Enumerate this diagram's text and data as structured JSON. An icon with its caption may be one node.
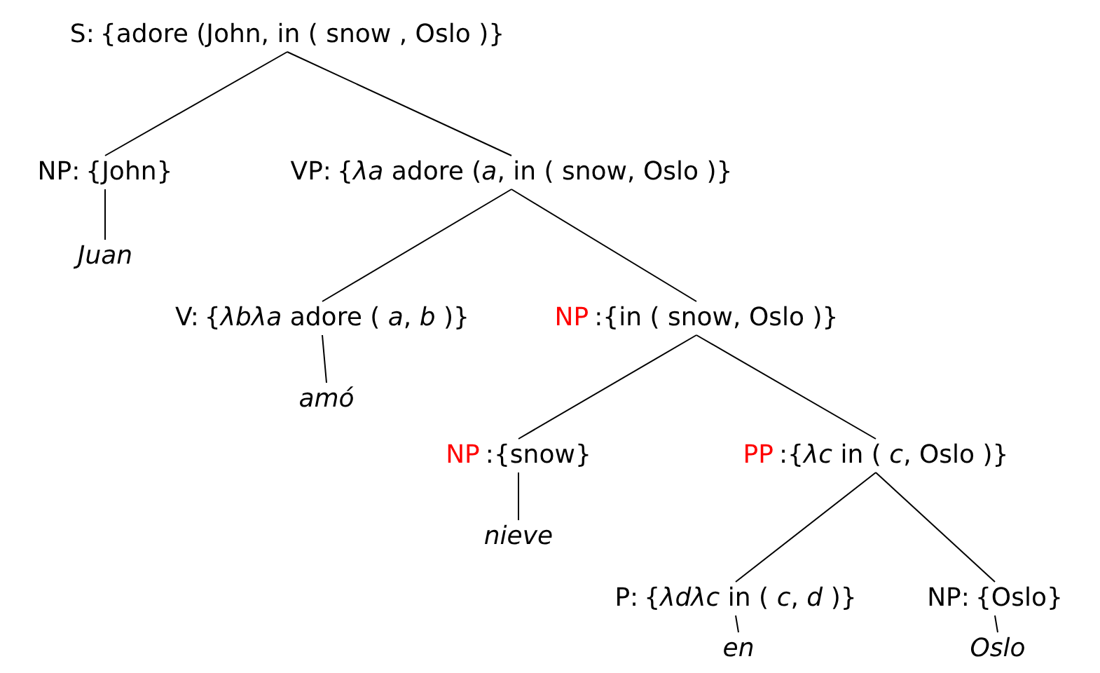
{
  "diagram": {
    "nodes": [
      {
        "text": [
          "S:",
          "{adore (John, in ( snow , Oslo )}"
        ]
      },
      {
        "text": [
          "NP:",
          "{John}"
        ]
      },
      {
        "text": [
          "VP:",
          "{*λa* adore (*a*, in ( snow, Oslo )}"
        ]
      },
      {
        "text": [
          "Juan"
        ]
      },
      {
        "text": [
          "V:",
          "{*λbλa*  adore ( *a*, *b* )}"
        ]
      },
      {
        "text": [
          "NP",
          ":{in ( snow, Oslo )}"
        ]
      },
      {
        "text": [
          "amó"
        ]
      },
      {
        "text": [
          "NP",
          ":{snow}"
        ]
      },
      {
        "text": [
          "PP",
          ":{*λc*  in ( *c*, Oslo )}"
        ]
      },
      {
        "text": [
          "nieve"
        ]
      },
      {
        "text": [
          "P:",
          "{*λdλc*  in ( *c*, *d* )}"
        ]
      },
      {
        "text": [
          "NP:",
          "{Oslo}"
        ]
      },
      {
        "text": [
          "en"
        ]
      },
      {
        "text": [
          "Oslo"
        ]
      }
    ],
    "edges": [
      {
        "from": 0,
        "to": 1,
        "arrow": "none"
      },
      {
        "from": 0,
        "to": 2,
        "arrow": "none"
      },
      {
        "from": 1,
        "to": 3,
        "arrow": "none"
      },
      {
        "from": 2,
        "to": 4,
        "arrow": "none"
      },
      {
        "from": 2,
        "to": 5,
        "arrow": "none"
      },
      {
        "from": 4,
        "to": 6,
        "arrow": "none"
      },
      {
        "from": 5,
        "to": 7,
        "arrow": "none"
      },
      {
        "from": 5,
        "to": 8,
        "arrow": "none"
      },
      {
        "from": 7,
        "to": 9,
        "arrow": "none"
      },
      {
        "from": 8,
        "to": 10,
        "arrow": "none"
      },
      {
        "from": 8,
        "to": 11,
        "arrow": "none"
      },
      {
        "from": 10,
        "to": 12,
        "arrow": "none"
      },
      {
        "from": 11,
        "to": 13,
        "arrow": "none"
      }
    ]
  }
}
